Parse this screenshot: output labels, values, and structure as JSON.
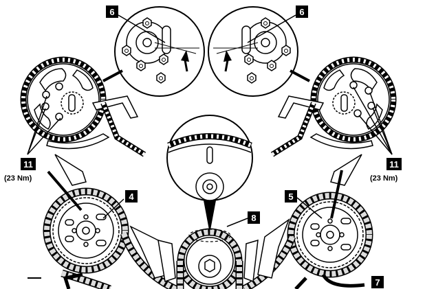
{
  "callouts": {
    "c6_left": "6",
    "c6_right": "6",
    "c11_left": "11",
    "c11_right": "11",
    "c4": "4",
    "c5": "5",
    "c8": "8",
    "c7": "7"
  },
  "torque": {
    "left": "(23 Nm)",
    "right": "(23 Nm)"
  },
  "colors": {
    "line": "#000000",
    "chain_link": "#d6d6d6",
    "callout_bg": "#000000",
    "callout_text": "#ffffff",
    "paper": "#ffffff"
  }
}
